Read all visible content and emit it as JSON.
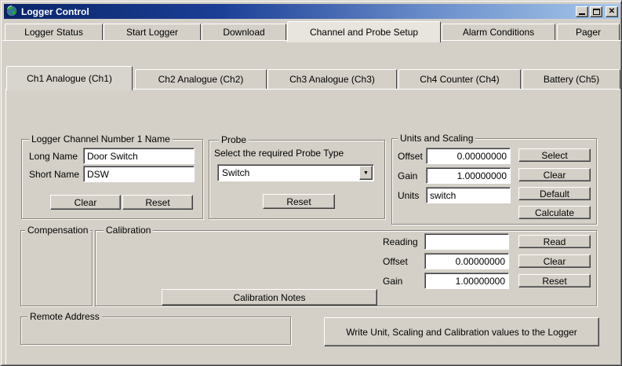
{
  "window": {
    "title": "Logger Control",
    "app_icon": "globe",
    "close_glyph": "✕"
  },
  "icons": {
    "dropdown_glyph": "▼"
  },
  "colors": {
    "window_bg": "#d4d0c8",
    "titlebar_left": "#0a2569",
    "titlebar_right": "#a6c8ea",
    "active_tab": "#e8e5de"
  },
  "main_tabs": [
    {
      "label": "Logger Status"
    },
    {
      "label": "Start Logger"
    },
    {
      "label": "Download"
    },
    {
      "label": "Channel and Probe Setup",
      "active": true
    },
    {
      "label": "Alarm Conditions"
    },
    {
      "label": "Pager"
    }
  ],
  "channel_tabs": [
    {
      "label": "Ch1 Analogue (Ch1)",
      "active": true
    },
    {
      "label": "Ch2 Analogue (Ch2)"
    },
    {
      "label": "Ch3 Analogue (Ch3)"
    },
    {
      "label": "Ch4 Counter (Ch4)"
    },
    {
      "label": "Battery (Ch5)"
    }
  ],
  "name_group": {
    "title": "Logger Channel Number 1 Name",
    "long_name_label": "Long Name",
    "long_name_value": "Door Switch",
    "short_name_label": "Short Name",
    "short_name_value": "DSW",
    "clear_label": "Clear",
    "reset_label": "Reset"
  },
  "probe_group": {
    "title": "Probe",
    "instruction": "Select the required Probe Type",
    "probe_type_value": "Switch",
    "reset_label": "Reset"
  },
  "units_group": {
    "title": "Units and Scaling",
    "offset_label": "Offset",
    "offset_value": "0.00000000",
    "gain_label": "Gain",
    "gain_value": "1.00000000",
    "units_label": "Units",
    "units_value": "switch",
    "select_label": "Select",
    "clear_label": "Clear",
    "default_label": "Default",
    "calculate_label": "Calculate"
  },
  "compensation_group": {
    "title": "Compensation"
  },
  "calibration_group": {
    "title": "Calibration",
    "reading_label": "Reading",
    "reading_value": "",
    "offset_label": "Offset",
    "offset_value": "0.00000000",
    "gain_label": "Gain",
    "gain_value": "1.00000000",
    "read_label": "Read",
    "clear_label": "Clear",
    "reset_label": "Reset",
    "notes_label": "Calibration Notes"
  },
  "remote_group": {
    "title": "Remote Address"
  },
  "write_button_label": "Write Unit, Scaling and Calibration values to the Logger"
}
